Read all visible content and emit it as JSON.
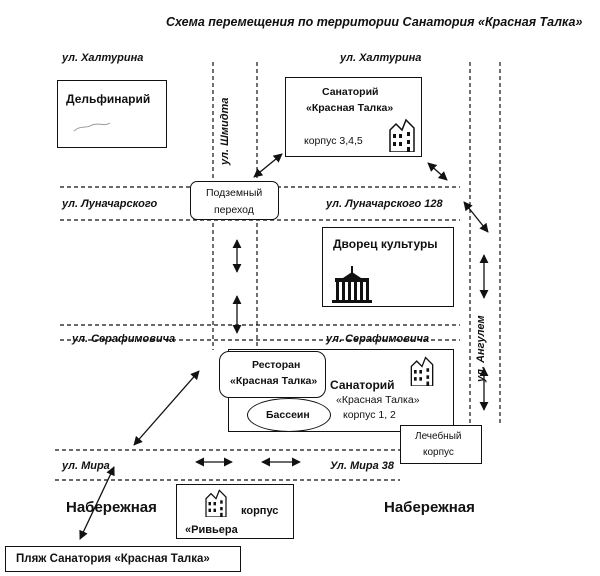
{
  "title": "Схема перемещения по территории Санатория «Красная Талка»",
  "streets": {
    "khalturina_left": "ул. Халтурина",
    "khalturina_right": "ул. Халтурина",
    "shmidta": "ул. Шмидта",
    "lunacharskogo_left": "ул. Луначарского",
    "lunacharskogo_right": "ул. Луначарского 128",
    "serafimovicha_left": "ул.  Серафимовича",
    "serafimovicha_right": "ул. Серафимовича",
    "angulem": "ул. Ангулем",
    "mira_left": "ул. Мира",
    "mira_right": "Ул. Мира 38"
  },
  "places": {
    "dolphinarium": "Дельфинарий",
    "sanatorium_top_line1": "Санаторий",
    "sanatorium_top_line2": "«Красная Талка»",
    "korpus_345": "корпус   3,4,5",
    "underpass_line1": "Подземный",
    "underpass_line2": "переход",
    "palace": "Дворец культуры",
    "restaurant_line1": "Ресторан",
    "restaurant_line2": "«Красная Талка»",
    "sanatorium_main": "Санаторий",
    "sanatorium_main_line2": "«Красная Талка»",
    "korpus_12": "корпус 1, 2",
    "pool": "Бассеин",
    "medical_line1": "Лечебный",
    "medical_line2": "корпус",
    "embankment_left": "Набережная",
    "embankment_right": "Набережная",
    "riviera_korpus": "корпус",
    "riviera_name": "«Ривьера",
    "beach": "Пляж Санатория «Красная Талка»"
  },
  "icons": [
    "building-icon",
    "palace-icon"
  ]
}
